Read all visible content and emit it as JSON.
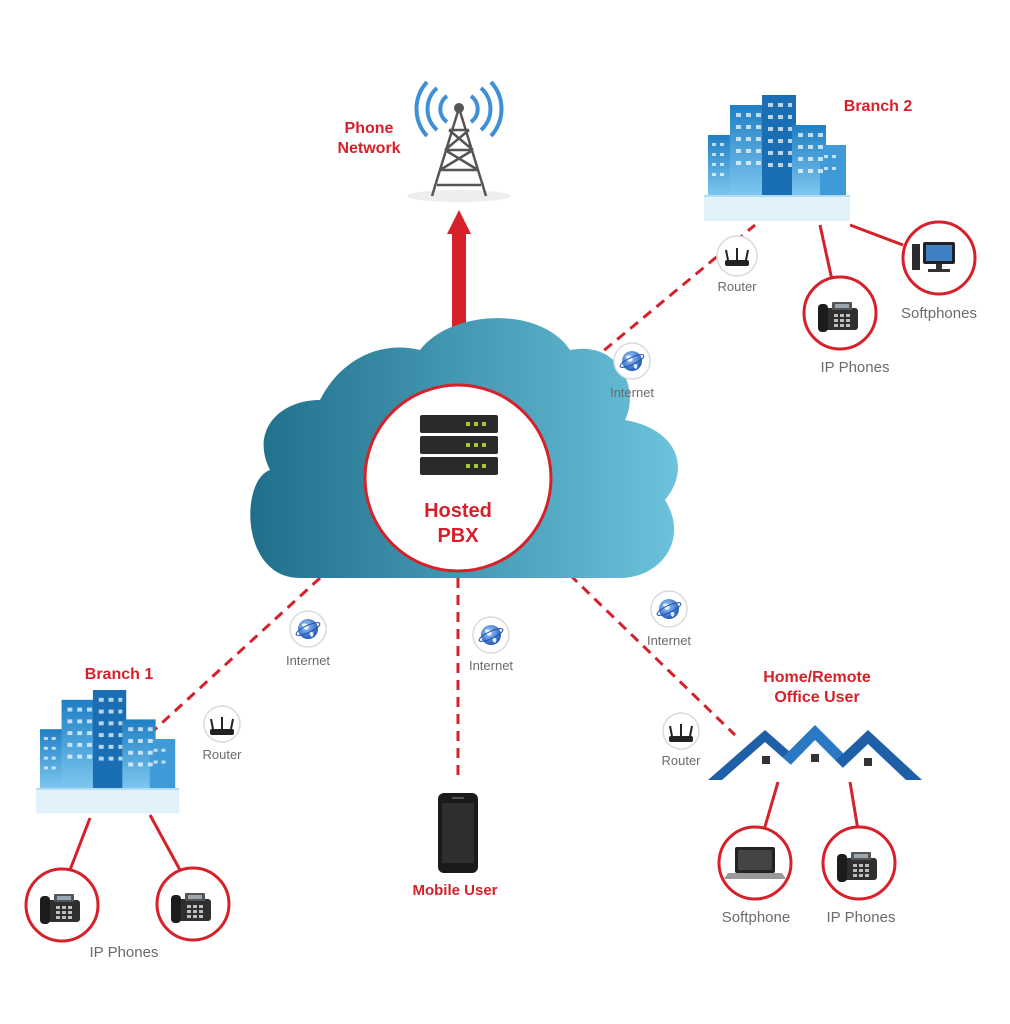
{
  "hub": {
    "title_line1": "Hosted",
    "title_line2": "PBX"
  },
  "phone_network": {
    "line1": "Phone",
    "line2": "Network"
  },
  "branch1": {
    "title": "Branch 1",
    "router": "Router",
    "internet": "Internet",
    "phones": "IP Phones"
  },
  "branch2": {
    "title": "Branch 2",
    "router": "Router",
    "internet": "Internet",
    "softphones": "Softphones",
    "phones": "IP Phones"
  },
  "mobile": {
    "title": "Mobile User",
    "internet": "Internet"
  },
  "home": {
    "line1": "Home/Remote",
    "line2": "Office User",
    "router": "Router",
    "internet": "Internet",
    "softphone": "Softphone",
    "phones": "IP Phones"
  },
  "colors": {
    "accent_red": "#d6212b",
    "cloud_dark": "#1f6f8a",
    "cloud_light": "#6cc3db",
    "building_blue": "#2a8fd0",
    "label_gray": "#6b6b6b"
  }
}
